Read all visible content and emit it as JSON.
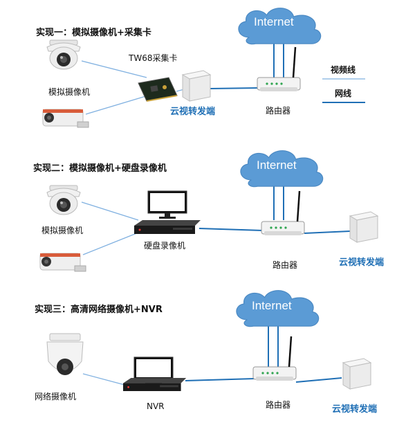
{
  "sections": [
    {
      "title": "实现一：模拟摄像机+采集卡",
      "camera_label": "模拟摄像机",
      "device_label": "TW68采集卡",
      "router_label": "路由器",
      "terminal_label": "云视转发端",
      "cloud_label": "Internet"
    },
    {
      "title": "实现二：模拟摄像机+硬盘录像机",
      "camera_label": "模拟摄像机",
      "device_label": "硬盘录像机",
      "router_label": "路由器",
      "terminal_label": "云视转发端",
      "cloud_label": "Internet"
    },
    {
      "title": "实现三：高清网络摄像机+NVR",
      "camera_label": "网络摄像机",
      "device_label": "NVR",
      "router_label": "路由器",
      "terminal_label": "云视转发端",
      "cloud_label": "Internet"
    }
  ],
  "legend": {
    "video_line": "视频线",
    "network_line": "网线",
    "video_line_color": "#7fb0e0",
    "network_line_color": "#1f6fb5"
  },
  "colors": {
    "cloud": "#5b9bd5",
    "terminal_text": "#1f6fb5"
  }
}
